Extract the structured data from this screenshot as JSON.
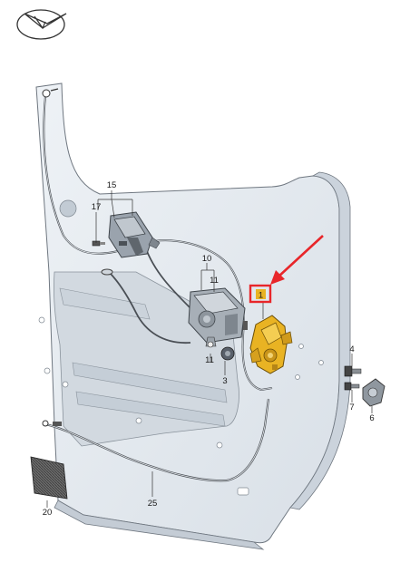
{
  "diagram": {
    "callouts": {
      "c1": "1",
      "c3": "3",
      "c4": "4",
      "c6": "6",
      "c7": "7",
      "c10": "10",
      "c11a": "11",
      "c11b": "11",
      "c15": "15",
      "c17": "17",
      "c20": "20",
      "c25": "25"
    },
    "colors": {
      "highlight_box": "#e8262a",
      "arrow": "#e8262a",
      "latch_fill": "#e9b323",
      "panel_fill": "#e3e8ee",
      "panel_shadow": "#cfd6de",
      "outline": "#6f7780"
    },
    "icons": [
      "logo-bird-icon",
      "red-pointer-arrow-icon"
    ]
  }
}
